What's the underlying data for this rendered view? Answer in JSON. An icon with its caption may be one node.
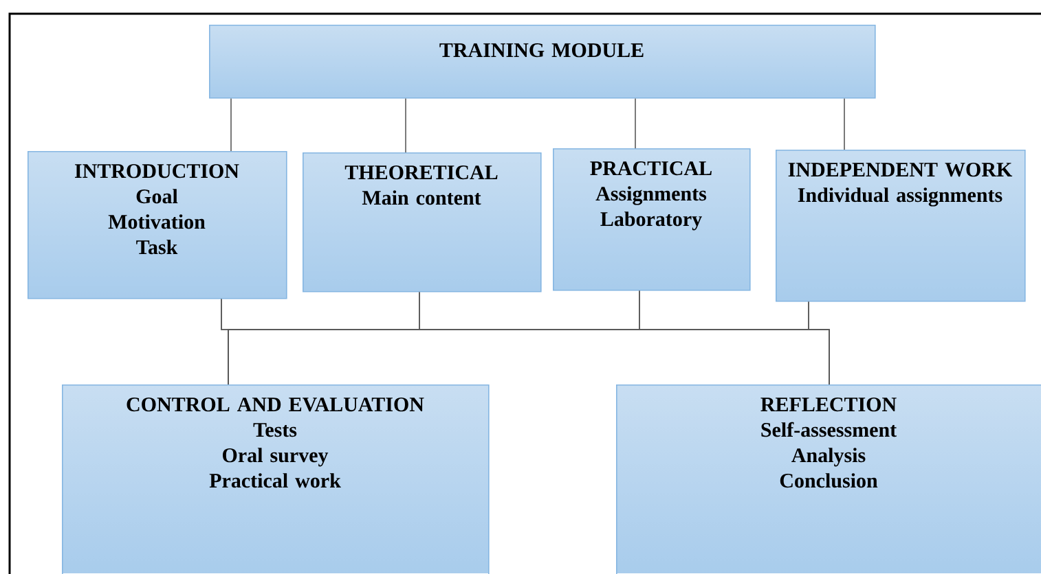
{
  "diagram": {
    "nodes": [
      {
        "text": [
          "TRAINING MODULE"
        ]
      },
      {
        "text": [
          "INTRODUCTION",
          "Goal",
          "Motivation",
          "Task"
        ]
      },
      {
        "text": [
          "THEORETICAL",
          "Main content"
        ]
      },
      {
        "text": [
          "PRACTICAL",
          "Assignments",
          "Laboratory"
        ]
      },
      {
        "text": [
          "INDEPENDENT WORK",
          "Individual assignments"
        ]
      },
      {
        "text": [
          "CONTROL AND EVALUATION",
          "Tests",
          "Oral survey",
          "Practical work"
        ]
      },
      {
        "text": [
          "REFLECTION",
          "Self-assessment",
          "Analysis",
          "Conclusion"
        ]
      }
    ],
    "edges": [
      {
        "from": 0,
        "to": 1,
        "arrow": "none"
      },
      {
        "from": 0,
        "to": 2,
        "arrow": "none"
      },
      {
        "from": 0,
        "to": 3,
        "arrow": "none"
      },
      {
        "from": 0,
        "to": 4,
        "arrow": "none"
      },
      {
        "from": 1,
        "to": 5,
        "arrow": "none"
      },
      {
        "from": 2,
        "to": 5,
        "arrow": "none"
      },
      {
        "from": 3,
        "to": 5,
        "arrow": "none"
      },
      {
        "from": 4,
        "to": 5,
        "arrow": "none"
      },
      {
        "from": 1,
        "to": 6,
        "arrow": "none"
      },
      {
        "from": 2,
        "to": 6,
        "arrow": "none"
      },
      {
        "from": 3,
        "to": 6,
        "arrow": "none"
      },
      {
        "from": 4,
        "to": 6,
        "arrow": "none"
      }
    ]
  }
}
